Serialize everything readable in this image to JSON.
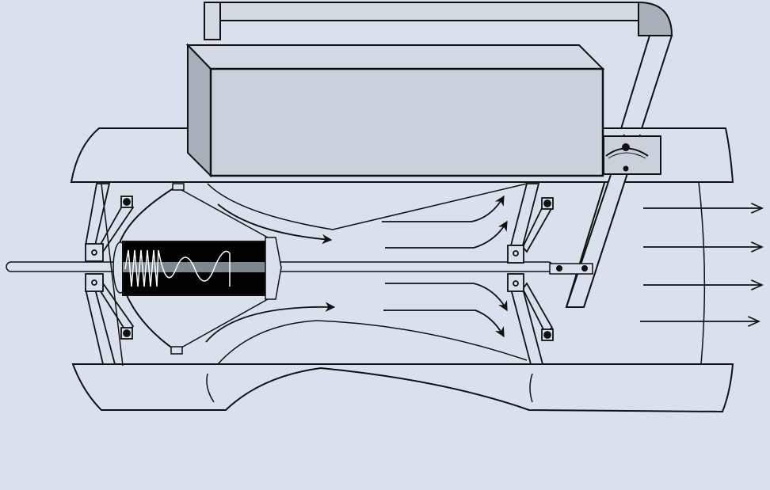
{
  "diagram": {
    "components": [
      "top-bar",
      "control-box",
      "gauge",
      "upper-housing",
      "lower-housing",
      "shaft",
      "combustion-chamber",
      "coil",
      "front-bracket",
      "rear-bracket",
      "support-strut",
      "flow-arrows",
      "exhaust-arrows"
    ]
  },
  "colors": {
    "background": "#d8e1ec",
    "stroke": "#111111",
    "box_front": "#c9d1da",
    "box_side": "#a8b0ba",
    "box_top": "#d3dae3",
    "chamber": "#000000",
    "band": "#7d8790"
  }
}
